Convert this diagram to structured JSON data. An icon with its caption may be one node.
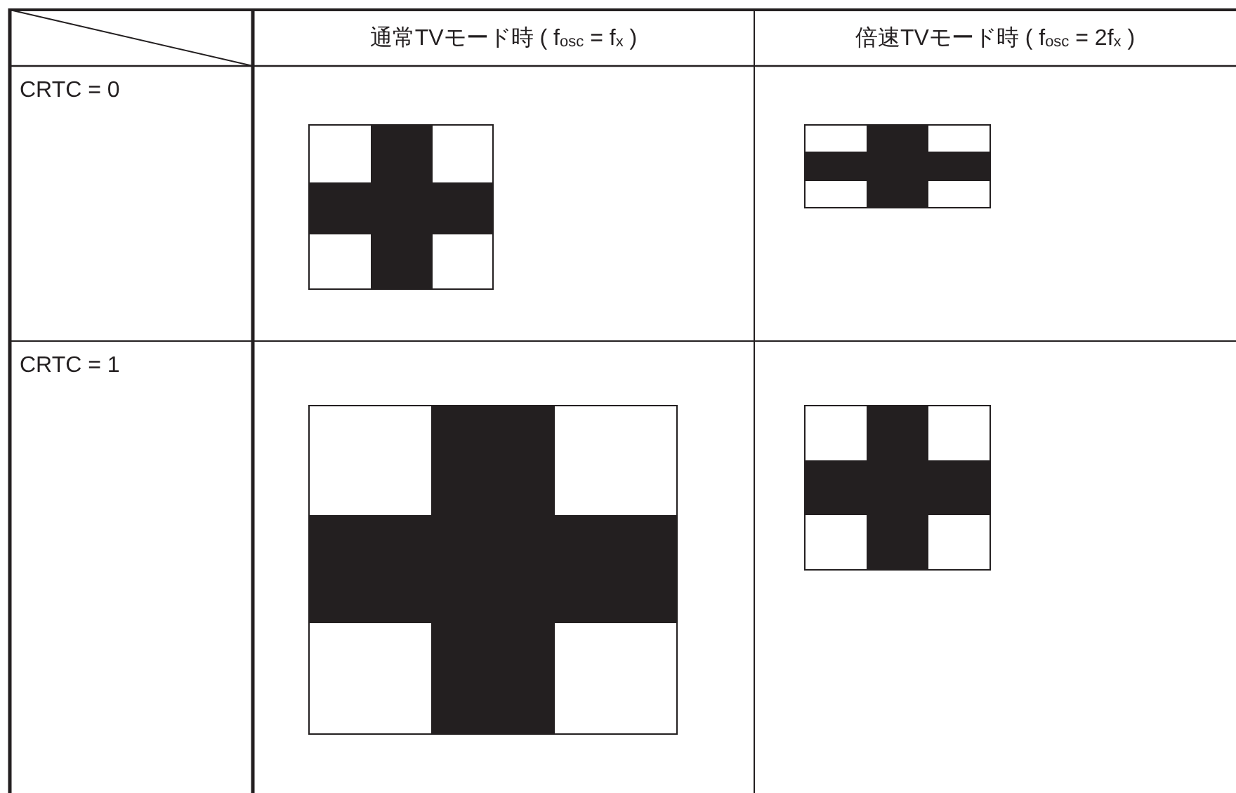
{
  "diagram": {
    "labels": [
      "通常TVモード時 ( f$_{osc}$ = f$_{x}$ )",
      "倍速TVモード時 ( f$_{osc}$ = 2f$_{x}$ )",
      "CRTC = 0",
      "CRTC = 1"
    ]
  }
}
